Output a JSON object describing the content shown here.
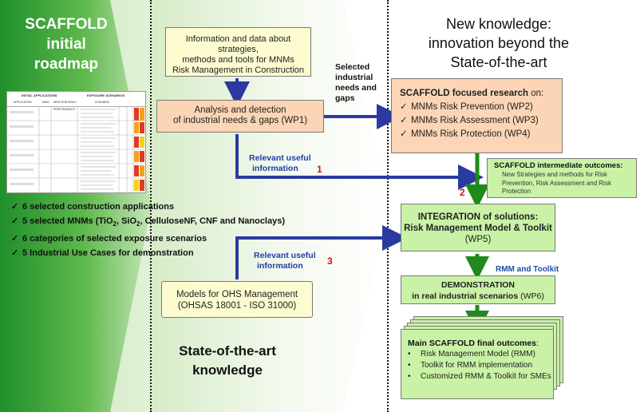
{
  "left": {
    "title_lines": [
      "SCAFFOLD",
      "initial",
      "roadmap"
    ],
    "table": {
      "group_header_left": "INITIAL APPLICATIONS",
      "group_header_right": "EXPOSURE SCENARIOS",
      "col_application": "APPLICATION",
      "col_mnm": "MNM",
      "col_functionality": "NEW FEATURES / PERFORMANCE",
      "col_scenario": "SCENARIO",
      "row_count": 6
    },
    "items": [
      {
        "pre": "6 selected construction applications"
      },
      {
        "pre": "5 selected MNMs (TiO",
        "sub1": "2",
        "mid": ", SiO",
        "sub2": "2",
        "post": ", CelluloseNF, CNF and Nanoclays)"
      },
      {
        "pre": "6 categories of selected exposure scenarios"
      },
      {
        "pre": "5 Industrial Use Cases for demonstration"
      }
    ]
  },
  "middle": {
    "info_box_lines": [
      "Information and data about strategies,",
      "methods  and tools for MNMs",
      "Risk Management in Construction"
    ],
    "analysis_box_lines": [
      "Analysis and detection",
      "of industrial needs & gaps (WP1)"
    ],
    "selected_label_lines": [
      "Selected",
      "industrial",
      "needs and",
      "gaps"
    ],
    "relevant1_lines": [
      "Relevant useful",
      "information"
    ],
    "num1": "1",
    "relevant3_lines": [
      "Relevant useful",
      "information"
    ],
    "num3": "3",
    "models_box_lines": [
      "Models for OHS Management",
      "(OHSAS 18001 - ISO 31000)"
    ],
    "bottom_title_lines": [
      "State-of-the-art",
      "knowledge"
    ]
  },
  "right": {
    "title_lines": [
      "New knowledge:",
      "innovation beyond the",
      "State-of-the-art"
    ],
    "focused": {
      "title_bold": "SCAFFOLD focused research",
      "title_rest": " on:",
      "items": [
        "MNMs Risk Prevention (WP2)",
        "MNMs Risk Assessment (WP3)",
        "MNMs Risk Protection (WP4)"
      ]
    },
    "intermediate": {
      "title": "SCAFFOLD intermediate outcomes:",
      "body_lines": [
        "New Strategies and methods for Risk",
        "Prevention, Risk Assessment and Risk",
        "Protection"
      ]
    },
    "num2": "2",
    "integration_lines": [
      "INTEGRATION of solutions:",
      "Risk Management Model & Toolkit"
    ],
    "integration_wp": "(WP5)",
    "rmm_label": "RMM and Toolkit",
    "demo_title": "DEMONSTRATION",
    "demo_line": "in real  industrial scenarios",
    "demo_wp": "(WP6)",
    "final": {
      "title_bold": "Main SCAFFOLD final outcomes",
      "title_rest": ":",
      "items": [
        "Risk Management Model (RMM)",
        "Toolkit for RMM implementation",
        "Customized RMM & Toolkit for SMEs"
      ]
    }
  },
  "colors": {
    "orange_box": "#fbd5b5",
    "yellow_box": "#fdfbd0",
    "green_box": "#c9f2a6",
    "blue_arrow": "#2a3aa0",
    "green_arrow": "#1f8a1a",
    "red_number": "#cc1414"
  }
}
